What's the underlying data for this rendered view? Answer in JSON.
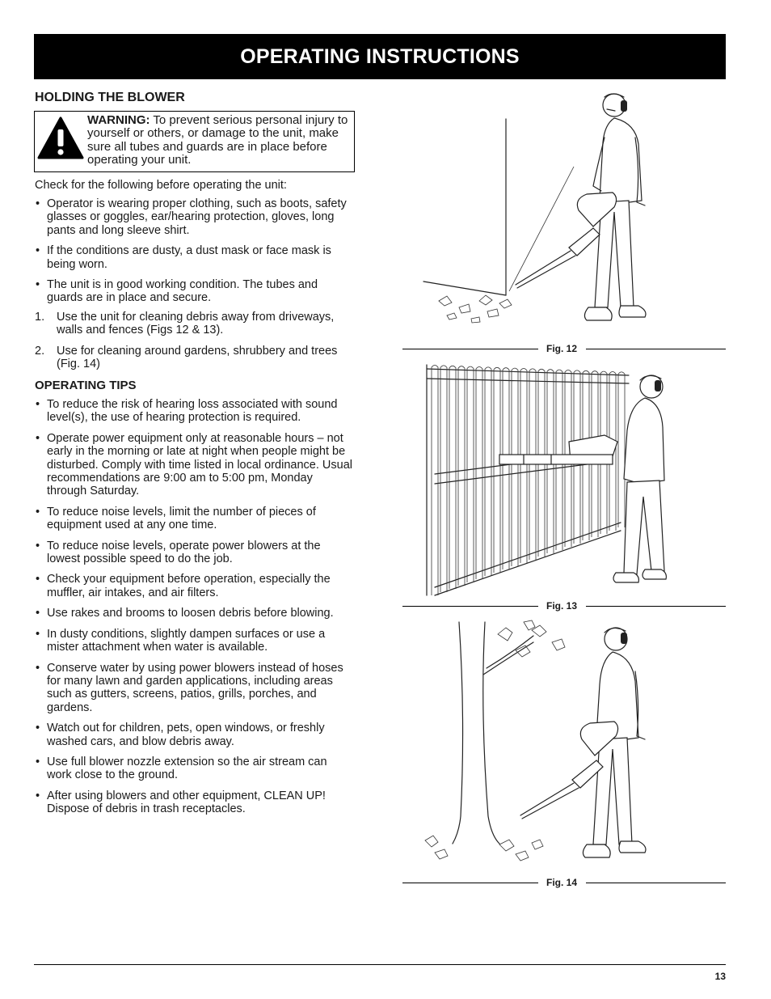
{
  "header": {
    "title": "OPERATING INSTRUCTIONS"
  },
  "holding": {
    "heading": "HOLDING THE BLOWER",
    "warning_label": "WARNING:",
    "warning_text": " To prevent serious personal injury to yourself or others, or damage to the unit, make sure all tubes and guards are in place before operating your unit.",
    "intro": "Check for the following before operating the unit:",
    "bullets": [
      "Operator is wearing proper clothing, such as boots, safety glasses or goggles, ear/hearing protection, gloves, long pants and long sleeve shirt.",
      "If the conditions are dusty, a dust mask or face mask is being worn.",
      "The unit is in good working condition. The tubes and guards are in place and secure."
    ],
    "steps": [
      {
        "num": "1.",
        "text": "Use the unit for cleaning debris away from driveways, walls and fences (Figs 12 & 13)."
      },
      {
        "num": "2.",
        "text": "Use for cleaning around gardens, shrubbery and trees (Fig. 14)"
      }
    ]
  },
  "tips": {
    "heading": "OPERATING TIPS",
    "bullets": [
      "To reduce the risk of hearing loss associated with sound level(s), the use of hearing protection is required.",
      "Operate power equipment only at reasonable hours – not early in the morning or late at night when people might be disturbed. Comply with time listed in local ordinance. Usual recommendations are 9:00 am to 5:00 pm, Monday through Saturday.",
      "To reduce noise levels, limit the number of pieces of equipment used at any one time.",
      "To reduce noise levels, operate power blowers at the lowest possible speed to do the job.",
      "Check your equipment before operation, especially the muffler, air intakes, and air filters.",
      "Use rakes and brooms to loosen debris before blowing.",
      "In dusty conditions, slightly dampen surfaces or use a mister attachment when water is available.",
      "Conserve water by using power blowers instead of hoses for many lawn and garden applications, including areas such as gutters, screens, patios, grills, porches, and gardens.",
      "Watch out for children, pets, open windows, or freshly washed cars, and blow debris away.",
      "Use full blower nozzle extension so the air stream can work close to the ground.",
      "After using blowers and other equipment, CLEAN UP! Dispose of debris in trash receptacles."
    ]
  },
  "figures": {
    "fig12": "Fig. 12",
    "fig13": "Fig. 13",
    "fig14": "Fig. 14"
  },
  "footer": {
    "page_number": "13"
  }
}
